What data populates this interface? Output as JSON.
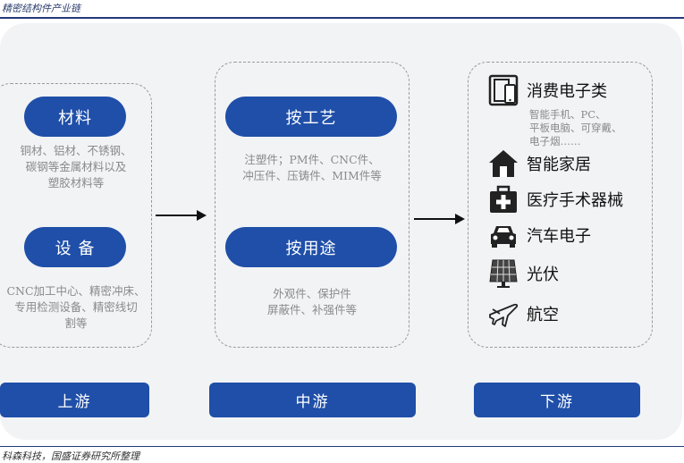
{
  "header": {
    "title": "精密结构件产业链"
  },
  "footer": {
    "source": "科森科技，国盛证券研究所整理"
  },
  "upstream": {
    "pill_1": "材料",
    "desc_1": [
      "铜材、铝材、不锈钢、",
      "碳钢等金属材料以及",
      "塑胶材料等"
    ],
    "pill_2": "设 备",
    "desc_2": [
      "CNC加工中心、精密冲床、",
      "专用检测设备、精密线切",
      "割等"
    ],
    "label": "上游"
  },
  "midstream": {
    "pill_1": "按工艺",
    "desc_1": [
      "注塑件；PM件、CNC件、",
      "冲压件、压铸件、MIM件等"
    ],
    "pill_2": "按用途",
    "desc_2": [
      "外观件、保护件",
      "屏蔽件、补强件等"
    ],
    "label": "中游"
  },
  "downstream": {
    "label": "下游",
    "apps": [
      {
        "label": "消费电子类",
        "icon": "phone-tablet-icon"
      },
      {
        "label": "智能家居",
        "icon": "house-icon"
      },
      {
        "label": "医疗手术器械",
        "icon": "medical-kit-icon"
      },
      {
        "label": "汽车电子",
        "icon": "car-icon"
      },
      {
        "label": "光伏",
        "icon": "solar-panel-icon"
      },
      {
        "label": "航空",
        "icon": "airplane-icon"
      }
    ],
    "consumer_desc": [
      "智能手机、PC、",
      "平板电脑、可穿戴、",
      "电子烟……"
    ]
  },
  "colors": {
    "accent": "#1f4fa8",
    "rule": "#23397a",
    "panel": "#f2f3f5"
  }
}
